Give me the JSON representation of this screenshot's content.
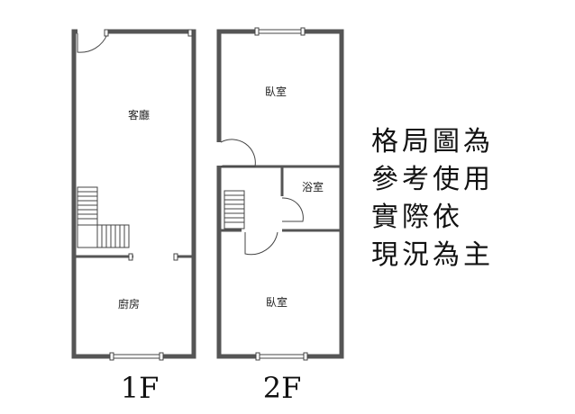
{
  "floors": [
    {
      "label": "1F",
      "rooms": [
        "客廳",
        "廚房"
      ]
    },
    {
      "label": "2F",
      "rooms": [
        "臥室",
        "浴室",
        "臥室"
      ]
    }
  ],
  "note_lines": [
    "格局圖為",
    "參考使用",
    "實際依",
    "現況為主"
  ],
  "colors": {
    "wall": "#555555",
    "line": "#333333"
  }
}
